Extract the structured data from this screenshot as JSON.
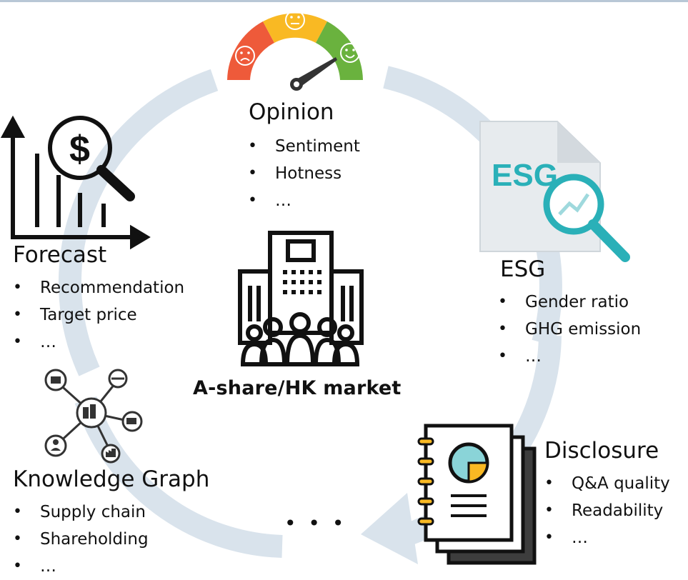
{
  "center": {
    "label": "A-share/HK market"
  },
  "opinion": {
    "title": "Opinion",
    "items": [
      "Sentiment",
      "Hotness",
      "…"
    ]
  },
  "esg": {
    "title": "ESG",
    "icon_text": "ESG",
    "items": [
      "Gender ratio",
      "GHG emission",
      "…"
    ]
  },
  "disclosure": {
    "title": "Disclosure",
    "items": [
      "Q&A quality",
      "Readability",
      "…"
    ]
  },
  "forecast": {
    "title": "Forecast",
    "items": [
      "Recommendation",
      "Target price",
      "…"
    ]
  },
  "knowledge_graph": {
    "title": "Knowledge Graph",
    "items": [
      "Supply chain",
      "Shareholding",
      "…"
    ]
  },
  "ellipsis": "• • •",
  "colors": {
    "ring": "#d9e3ec",
    "teal": "#2ab0b8",
    "gauge_red": "#ee5a3a",
    "gauge_yellow": "#f9b923",
    "gauge_green": "#6ab23e"
  }
}
